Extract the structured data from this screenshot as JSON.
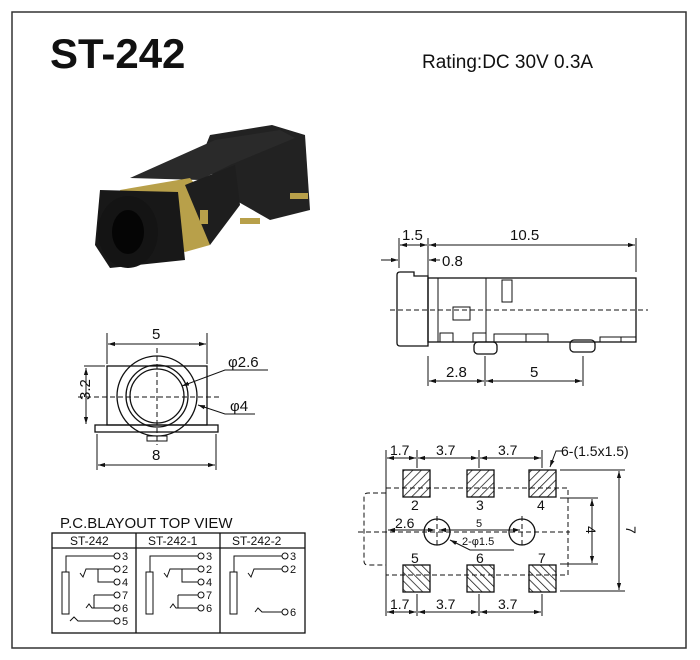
{
  "header": {
    "title": "ST-242",
    "rating": "Rating:DC 30V 0.3A"
  },
  "colors": {
    "body": "#1c1c1c",
    "contact_gold": "#b8a04a",
    "line": "#111111"
  },
  "front_view": {
    "width_top": "5",
    "height": "3.2",
    "width_bottom": "8",
    "inner_dia": "φ2.6",
    "outer_dia": "φ4"
  },
  "side_view": {
    "flange": "1.5",
    "length": "10.5",
    "step": "0.8",
    "peg_offset": "2.8",
    "peg_spacing": "5"
  },
  "pcb_layout": {
    "top_dims": [
      "1.7",
      "3.7",
      "3.7"
    ],
    "bottom_dims": [
      "1.7",
      "3.7",
      "3.7"
    ],
    "pad_note": "6-(1.5x1.5)",
    "top_pins": [
      "2",
      "3",
      "4"
    ],
    "bottom_pins": [
      "5",
      "6",
      "7"
    ],
    "hole_offset": "2.6",
    "hole_spacing": "5",
    "hole_note": "2-φ1.5",
    "inner_height": "4",
    "outer_height": "7"
  },
  "pinout": {
    "title": "P.C.BLAYOUT TOP VIEW",
    "columns": [
      {
        "name": "ST-242",
        "pins": [
          "3",
          "2",
          "4",
          "7",
          "6",
          "5"
        ]
      },
      {
        "name": "ST-242-1",
        "pins": [
          "3",
          "2",
          "4",
          "7",
          "6"
        ]
      },
      {
        "name": "ST-242-2",
        "pins": [
          "3",
          "2",
          "6"
        ]
      }
    ]
  }
}
